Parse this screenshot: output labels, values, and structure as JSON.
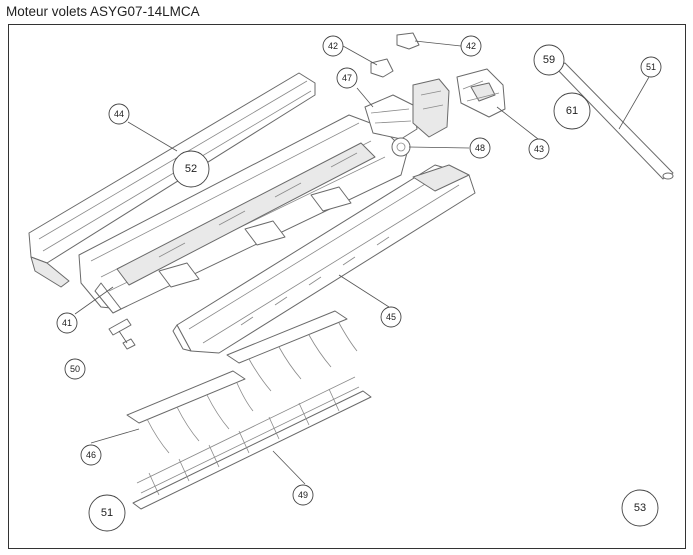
{
  "title": "Moteur volets ASYG07-14LMCA",
  "callouts": [
    {
      "id": "c42a",
      "label": "42"
    },
    {
      "id": "c42b",
      "label": "42"
    },
    {
      "id": "c47",
      "label": "47"
    },
    {
      "id": "c59",
      "label": "59"
    },
    {
      "id": "c61",
      "label": "61"
    },
    {
      "id": "c51a",
      "label": "51"
    },
    {
      "id": "c44",
      "label": "44"
    },
    {
      "id": "c52",
      "label": "52"
    },
    {
      "id": "c48",
      "label": "48"
    },
    {
      "id": "c43",
      "label": "43"
    },
    {
      "id": "c41",
      "label": "41"
    },
    {
      "id": "c45",
      "label": "45"
    },
    {
      "id": "c50",
      "label": "50"
    },
    {
      "id": "c46",
      "label": "46"
    },
    {
      "id": "c49",
      "label": "49"
    },
    {
      "id": "c51b",
      "label": "51"
    },
    {
      "id": "c53",
      "label": "53"
    }
  ]
}
